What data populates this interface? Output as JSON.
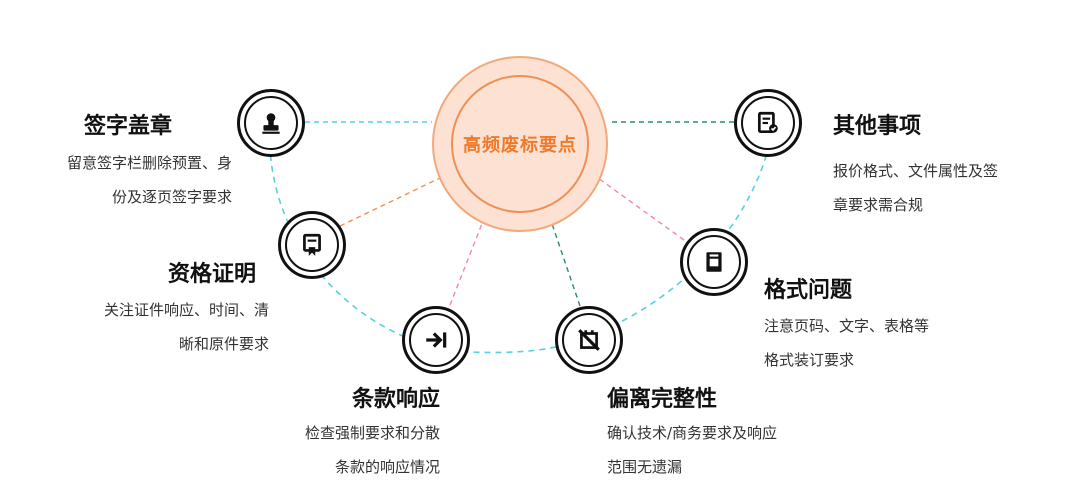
{
  "center": {
    "label": "高频废标要点"
  },
  "items": [
    {
      "id": "sign",
      "title": "签字盖章",
      "desc": [
        "留意签字栏删除预置、身",
        "份及逐页签字要求"
      ],
      "icon": "stamp-icon"
    },
    {
      "id": "qual",
      "title": "资格证明",
      "desc": [
        "关注证件响应、时间、清",
        "晰和原件要求"
      ],
      "icon": "certificate-icon"
    },
    {
      "id": "clause",
      "title": "条款响应",
      "desc": [
        "检查强制要求和分散",
        "条款的响应情况"
      ],
      "icon": "arrow-right-bar-icon"
    },
    {
      "id": "deviation",
      "title": "偏离完整性",
      "desc": [
        "确认技术/商务要求及响应",
        "范围无遗漏"
      ],
      "icon": "deviation-icon"
    },
    {
      "id": "format",
      "title": "格式问题",
      "desc": [
        "注意页码、文字、表格等",
        "格式装订要求"
      ],
      "icon": "document-frame-icon"
    },
    {
      "id": "other",
      "title": "其他事项",
      "desc": [
        "报价格式、文件属性及签",
        "章要求需合规"
      ],
      "icon": "report-icon"
    }
  ],
  "colors": {
    "center_fill": "#fde2d3",
    "center_text": "#ee7a2c",
    "arc": "#57d0e0",
    "dash_orange": "#ee8f56",
    "dash_pink": "#f08aa0",
    "dash_teal": "#2a8a7a"
  }
}
